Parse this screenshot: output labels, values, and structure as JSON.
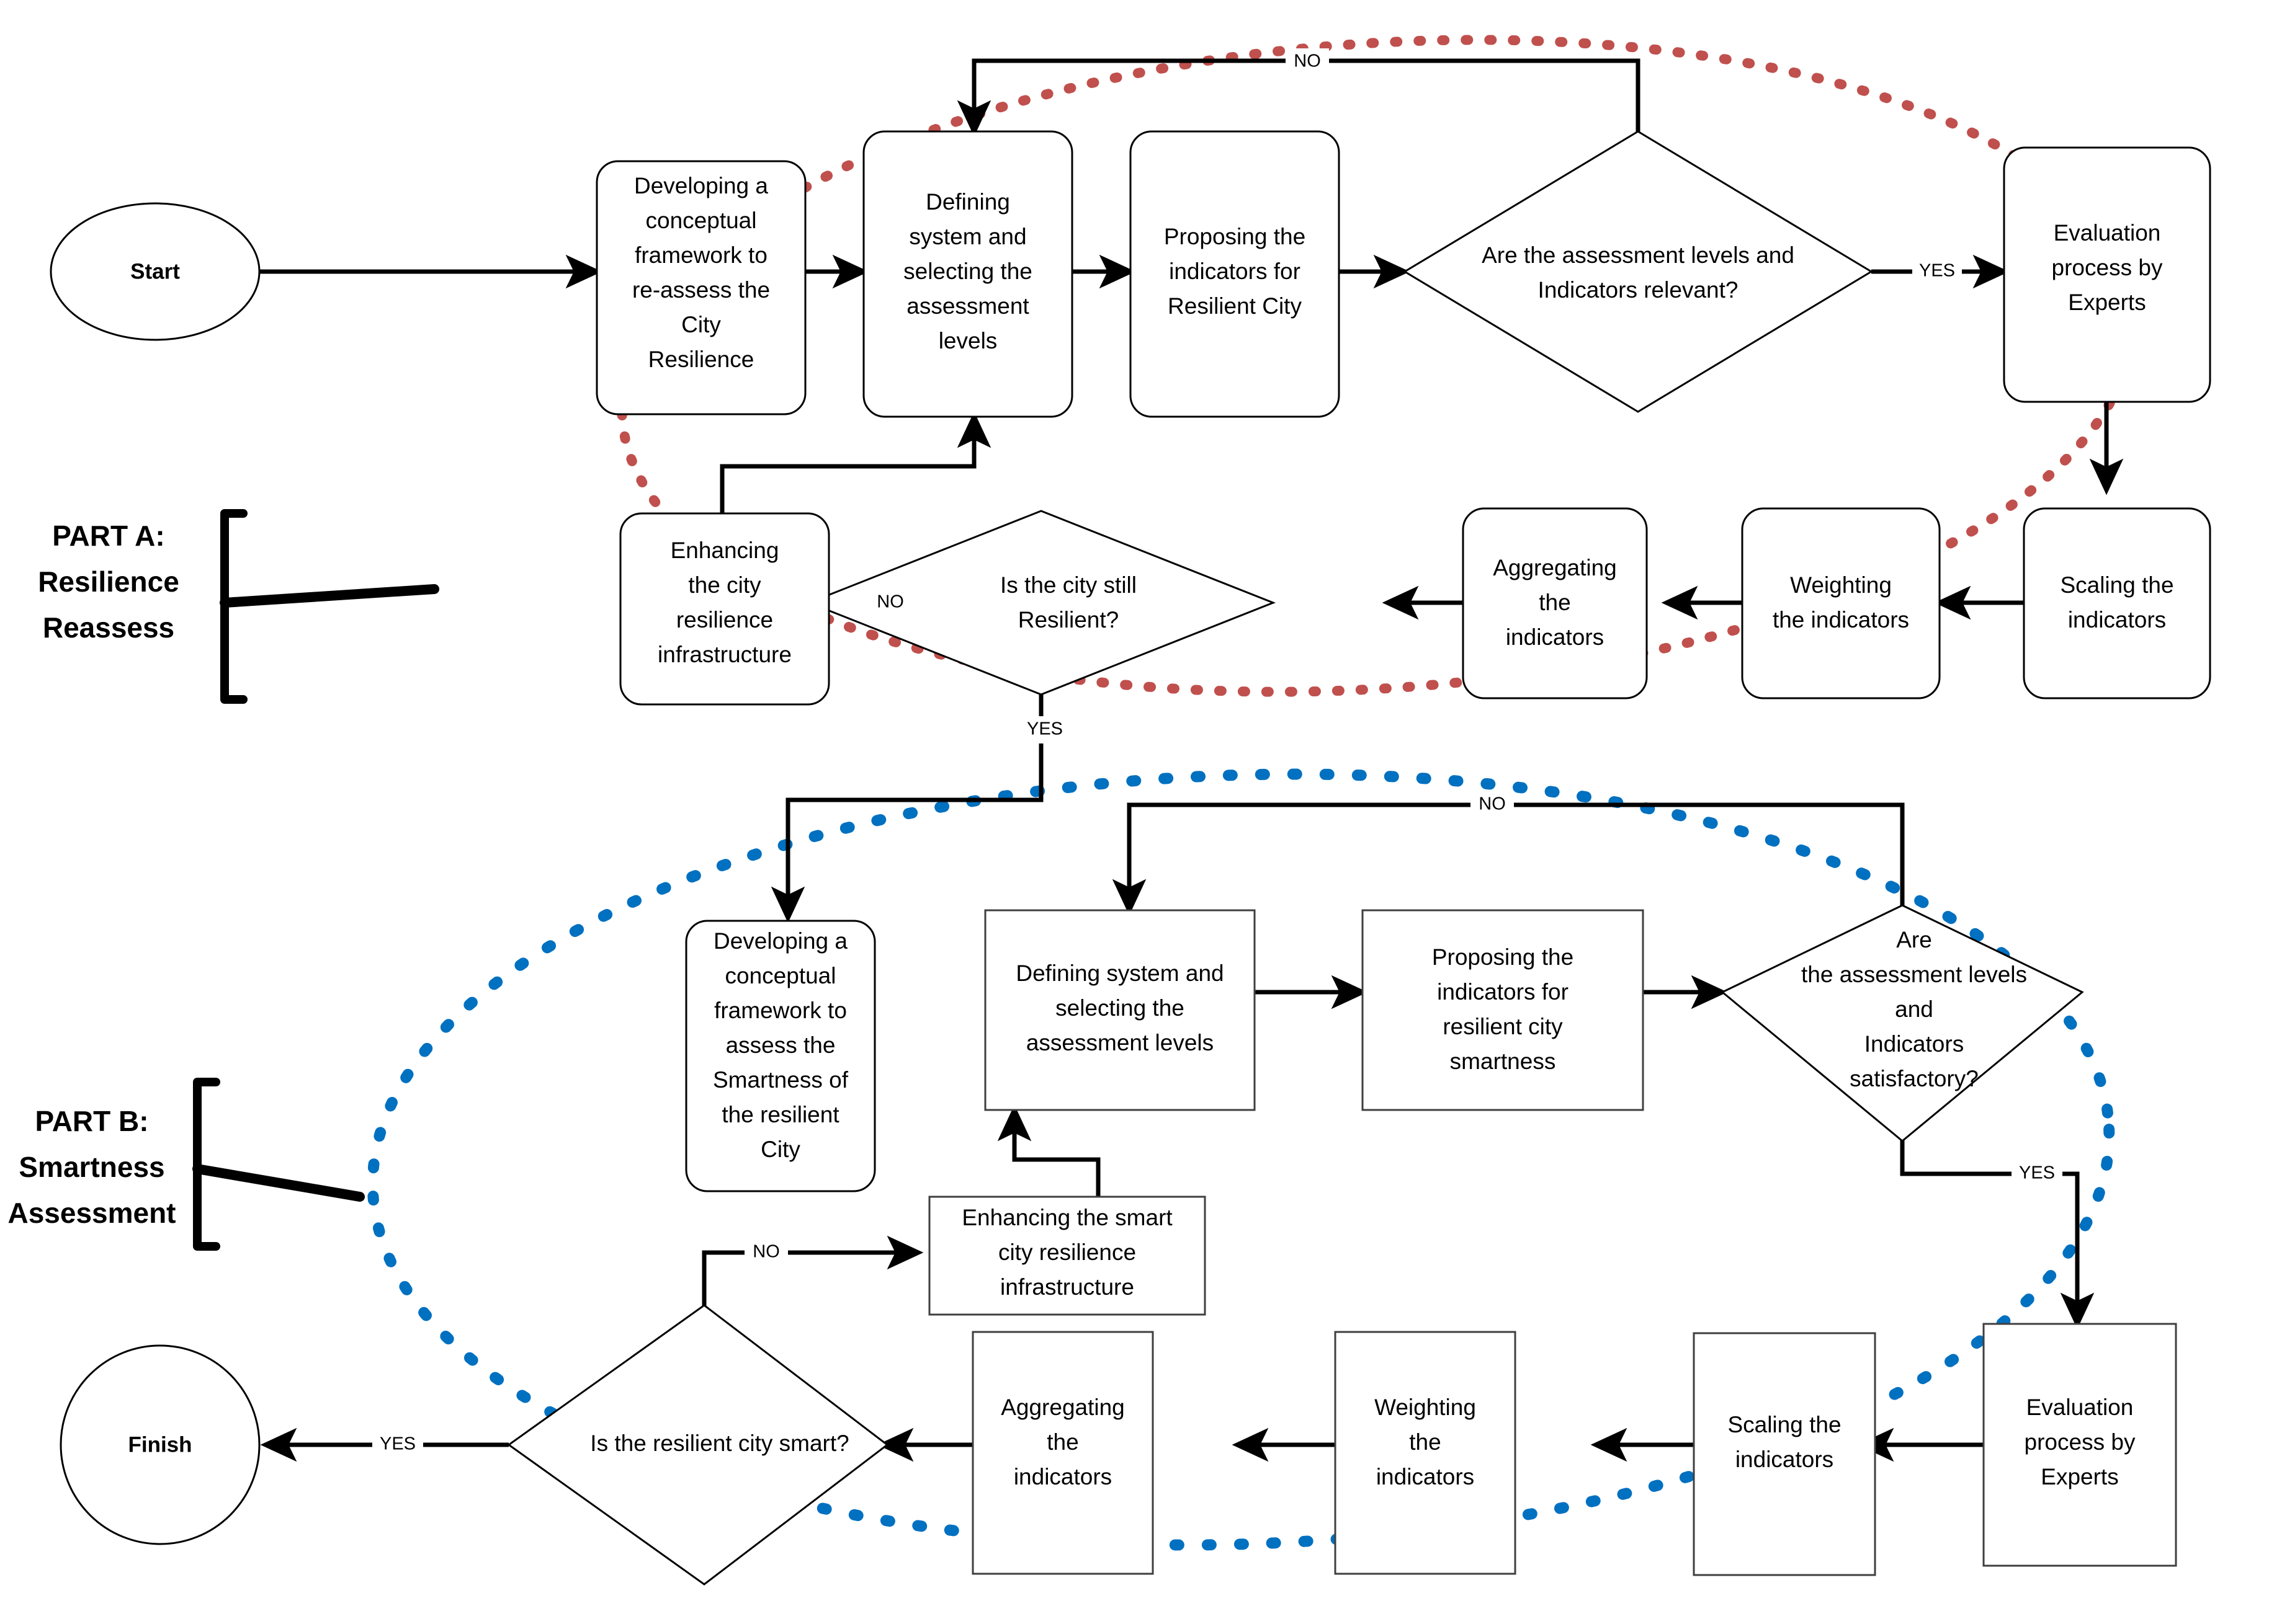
{
  "diagram": {
    "title": "Two-part resilience reassessment and smartness assessment flowchart",
    "colors": {
      "part_a_outline": "#c0504d",
      "part_b_outline": "#0070c0",
      "connector": "#000000",
      "node_fill": "#ffffff"
    }
  },
  "part_a": {
    "label_line1": "PART A:",
    "label_line2": "Resilience",
    "label_line3": "Reassess",
    "start": "Start",
    "nodes": {
      "developing": [
        "Developing a",
        "conceptual",
        "framework to",
        "re-assess the",
        "City",
        "Resilience"
      ],
      "defining": [
        "Defining",
        "system and",
        "selecting the",
        "assessment",
        "levels"
      ],
      "proposing": [
        "Proposing the",
        "indicators for",
        "Resilient City"
      ],
      "decision_relevant": [
        "Are the assessment levels and",
        "Indicators relevant?"
      ],
      "evaluation": [
        "Evaluation",
        "process by",
        "Experts"
      ],
      "scaling": [
        "Scaling the",
        "indicators"
      ],
      "weighting": [
        "Weighting",
        "the indicators"
      ],
      "aggregating": [
        "Aggregating",
        "the",
        "indicators"
      ],
      "decision_resilient": [
        "Is the city still",
        "Resilient?"
      ],
      "enhancing": [
        "Enhancing",
        "the city",
        "resilience",
        "infrastructure"
      ]
    },
    "edge_labels": {
      "relevant_no": "NO",
      "relevant_yes": "YES",
      "resilient_no": "NO",
      "resilient_yes": "YES"
    }
  },
  "part_b": {
    "label_line1": "PART B:",
    "label_line2": "Smartness",
    "label_line3": "Assessment",
    "finish": "Finish",
    "nodes": {
      "developing": [
        "Developing a",
        "conceptual",
        "framework to",
        "assess the",
        "Smartness of",
        "the resilient",
        "City"
      ],
      "defining": [
        "Defining system and",
        "selecting the",
        "assessment levels"
      ],
      "proposing": [
        "Proposing the",
        "indicators for",
        "resilient city",
        "smartness"
      ],
      "decision_satisfactory": [
        "Are",
        "the assessment levels",
        "and",
        "Indicators",
        "satisfactory?"
      ],
      "evaluation": [
        "Evaluation",
        "process by",
        "Experts"
      ],
      "scaling": [
        "Scaling the",
        "indicators"
      ],
      "weighting": [
        "Weighting",
        "the",
        "indicators"
      ],
      "aggregating": [
        "Aggregating",
        "the",
        "indicators"
      ],
      "decision_smart": [
        "Is the resilient city smart?"
      ],
      "enhancing": [
        "Enhancing the smart",
        "city resilience",
        "infrastructure"
      ]
    },
    "edge_labels": {
      "satisfactory_no": "NO",
      "satisfactory_yes": "YES",
      "smart_no": "NO",
      "smart_yes": "YES"
    }
  }
}
